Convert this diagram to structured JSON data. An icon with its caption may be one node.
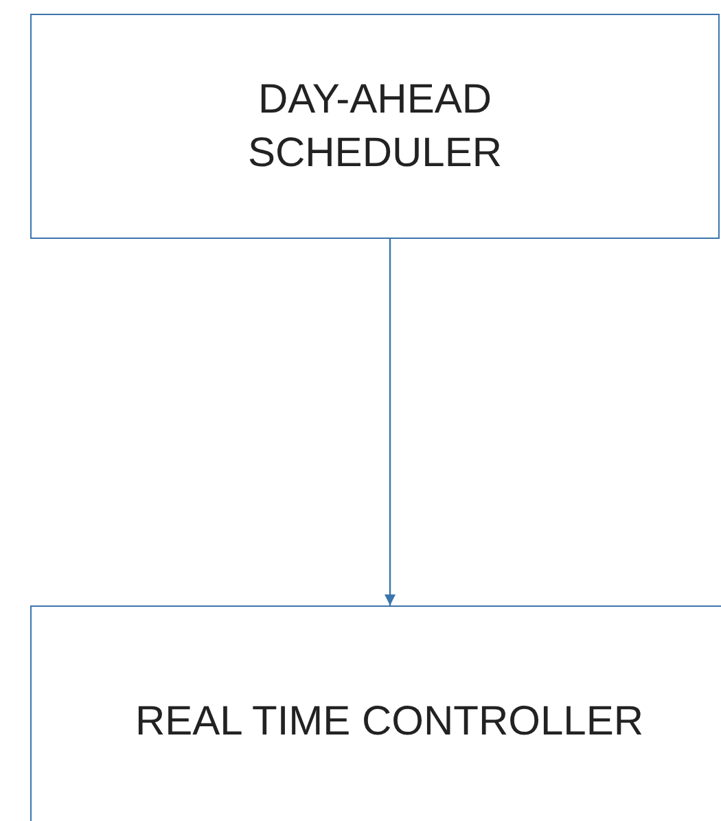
{
  "diagram": {
    "nodes": [
      {
        "text": [
          "DAY-AHEAD SCHEDULER"
        ]
      },
      {
        "text": [
          "REAL TIME CONTROLLER"
        ]
      }
    ],
    "edges": [
      {
        "from": 0,
        "to": 1,
        "arrow": "to"
      }
    ]
  }
}
